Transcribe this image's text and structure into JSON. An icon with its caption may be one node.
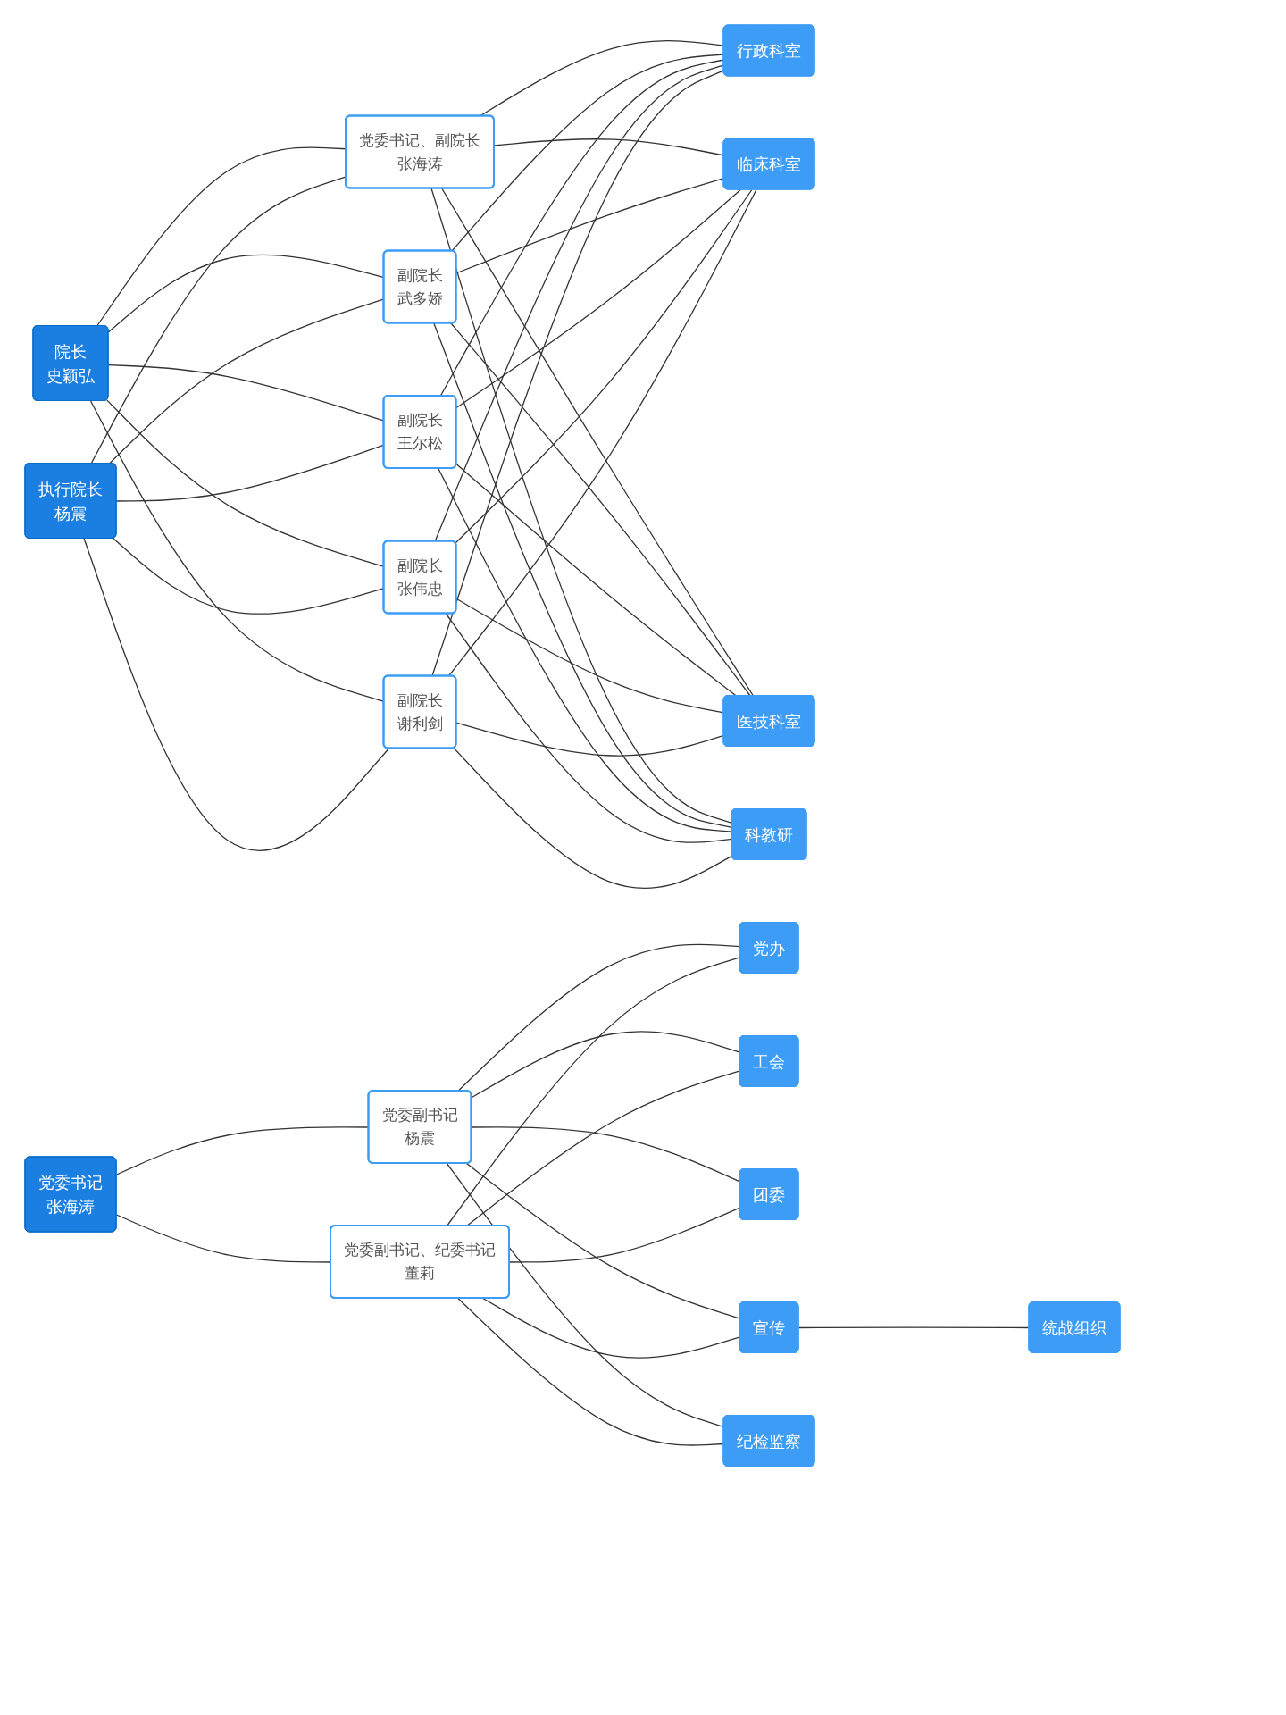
{
  "diagram": {
    "nodes": [
      {
        "text": [
          "院长",
          "史颖弘"
        ]
      },
      {
        "text": [
          "执行院长",
          "杨震"
        ]
      },
      {
        "text": [
          "党委书记、副院长",
          "张海涛"
        ]
      },
      {
        "text": [
          "副院长",
          "武多娇"
        ]
      },
      {
        "text": [
          "副院长",
          "王尔松"
        ]
      },
      {
        "text": [
          "副院长",
          "张伟忠"
        ]
      },
      {
        "text": [
          "副院长",
          "谢利剑"
        ]
      },
      {
        "text": [
          "行政科室"
        ]
      },
      {
        "text": [
          "临床科室"
        ]
      },
      {
        "text": [
          "医技科室"
        ]
      },
      {
        "text": [
          "科教研"
        ]
      },
      {
        "text": [
          "党委书记",
          "张海涛"
        ]
      },
      {
        "text": [
          "党委副书记",
          "杨震"
        ]
      },
      {
        "text": [
          "党委副书记、纪委书记",
          "董莉"
        ]
      },
      {
        "text": [
          "党办"
        ]
      },
      {
        "text": [
          "工会"
        ]
      },
      {
        "text": [
          "团委"
        ]
      },
      {
        "text": [
          "宣传"
        ]
      },
      {
        "text": [
          "统战组织"
        ]
      },
      {
        "text": [
          "纪检监察"
        ]
      }
    ],
    "edges": [
      {
        "from": 0,
        "to": 2,
        "arrow": "none"
      },
      {
        "from": 0,
        "to": 3,
        "arrow": "none"
      },
      {
        "from": 0,
        "to": 4,
        "arrow": "none"
      },
      {
        "from": 0,
        "to": 5,
        "arrow": "none"
      },
      {
        "from": 0,
        "to": 6,
        "arrow": "none"
      },
      {
        "from": 1,
        "to": 2,
        "arrow": "none"
      },
      {
        "from": 1,
        "to": 3,
        "arrow": "none"
      },
      {
        "from": 1,
        "to": 4,
        "arrow": "none"
      },
      {
        "from": 1,
        "to": 5,
        "arrow": "none"
      },
      {
        "from": 1,
        "to": 6,
        "arrow": "none"
      },
      {
        "from": 2,
        "to": 7,
        "arrow": "none"
      },
      {
        "from": 2,
        "to": 8,
        "arrow": "none"
      },
      {
        "from": 2,
        "to": 9,
        "arrow": "none"
      },
      {
        "from": 2,
        "to": 10,
        "arrow": "none"
      },
      {
        "from": 3,
        "to": 7,
        "arrow": "none"
      },
      {
        "from": 3,
        "to": 8,
        "arrow": "none"
      },
      {
        "from": 3,
        "to": 9,
        "arrow": "none"
      },
      {
        "from": 3,
        "to": 10,
        "arrow": "none"
      },
      {
        "from": 4,
        "to": 7,
        "arrow": "none"
      },
      {
        "from": 4,
        "to": 8,
        "arrow": "none"
      },
      {
        "from": 4,
        "to": 9,
        "arrow": "none"
      },
      {
        "from": 4,
        "to": 10,
        "arrow": "none"
      },
      {
        "from": 5,
        "to": 7,
        "arrow": "none"
      },
      {
        "from": 5,
        "to": 8,
        "arrow": "none"
      },
      {
        "from": 5,
        "to": 9,
        "arrow": "none"
      },
      {
        "from": 5,
        "to": 10,
        "arrow": "none"
      },
      {
        "from": 6,
        "to": 7,
        "arrow": "none"
      },
      {
        "from": 6,
        "to": 8,
        "arrow": "none"
      },
      {
        "from": 6,
        "to": 9,
        "arrow": "none"
      },
      {
        "from": 6,
        "to": 10,
        "arrow": "none"
      },
      {
        "from": 11,
        "to": 12,
        "arrow": "none"
      },
      {
        "from": 11,
        "to": 13,
        "arrow": "none"
      },
      {
        "from": 12,
        "to": 14,
        "arrow": "none"
      },
      {
        "from": 12,
        "to": 15,
        "arrow": "none"
      },
      {
        "from": 12,
        "to": 16,
        "arrow": "none"
      },
      {
        "from": 12,
        "to": 17,
        "arrow": "none"
      },
      {
        "from": 12,
        "to": 19,
        "arrow": "none"
      },
      {
        "from": 13,
        "to": 14,
        "arrow": "none"
      },
      {
        "from": 13,
        "to": 15,
        "arrow": "none"
      },
      {
        "from": 13,
        "to": 16,
        "arrow": "none"
      },
      {
        "from": 13,
        "to": 17,
        "arrow": "none"
      },
      {
        "from": 13,
        "to": 19,
        "arrow": "none"
      },
      {
        "from": 17,
        "to": 18,
        "arrow": "none"
      }
    ]
  }
}
